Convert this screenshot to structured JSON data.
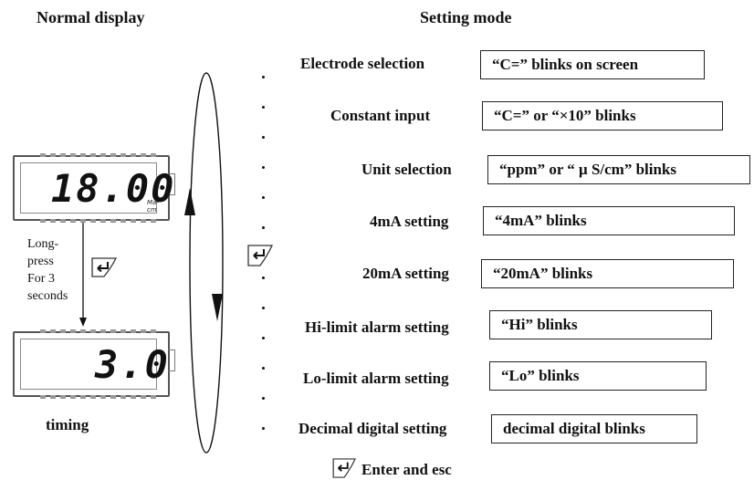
{
  "headers": {
    "normal_display": "Normal display",
    "setting_mode": "Setting mode"
  },
  "lcd_top": {
    "value": "18.00",
    "unit": "Ma-cm"
  },
  "lcd_bottom": {
    "value": "3.0"
  },
  "longpress": {
    "line1": "Long-",
    "line2": "press",
    "line3": "For 3",
    "line4": "seconds"
  },
  "timing_label": "timing",
  "settings": [
    {
      "label": "Electrode selection",
      "status": "“C=” blinks  on screen"
    },
    {
      "label": "Constant input",
      "status": "“C=” or “×10” blinks"
    },
    {
      "label": "Unit selection",
      "status": "“ppm” or “ μ S/cm” blinks"
    },
    {
      "label": "4mA setting",
      "status": "“4mA” blinks"
    },
    {
      "label": "20mA setting",
      "status": "“20mA” blinks"
    },
    {
      "label": "Hi-limit alarm setting",
      "status": "“Hi” blinks"
    },
    {
      "label": "Lo-limit alarm setting",
      "status": "“Lo” blinks"
    },
    {
      "label": "Decimal digital setting",
      "status": "decimal digital blinks"
    }
  ],
  "legend": {
    "text": "Enter and esc",
    "icon": "enter-key-icon"
  }
}
